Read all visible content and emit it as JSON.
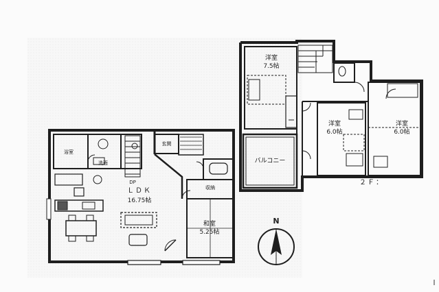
{
  "floor_plan": {
    "first_floor": {
      "ldk": {
        "name": "ＬＤＫ",
        "area": "16.75帖"
      },
      "washitsu": {
        "name": "和室",
        "area": "5.25帖"
      },
      "bath_label": "浴室",
      "misc_labels": {
        "washroom": "洗面",
        "entrance": "玄関",
        "storage": "収納",
        "dp": "DP"
      }
    },
    "second_floor": {
      "label": "２Ｆ：",
      "yoshitsu_top": {
        "name": "洋室",
        "area": "7.5帖"
      },
      "yoshitsu_mid": {
        "name": "洋室",
        "area": "6.0帖"
      },
      "yoshitsu_right": {
        "name": "洋室",
        "area": "6.0帖"
      },
      "balcony": "バルコニー"
    },
    "compass_label": "N",
    "colors": {
      "line": "#1e1e1e",
      "wall": "#2a2a2a",
      "paper": "#fbfbfb",
      "hatch": "#6b6b6b"
    }
  }
}
